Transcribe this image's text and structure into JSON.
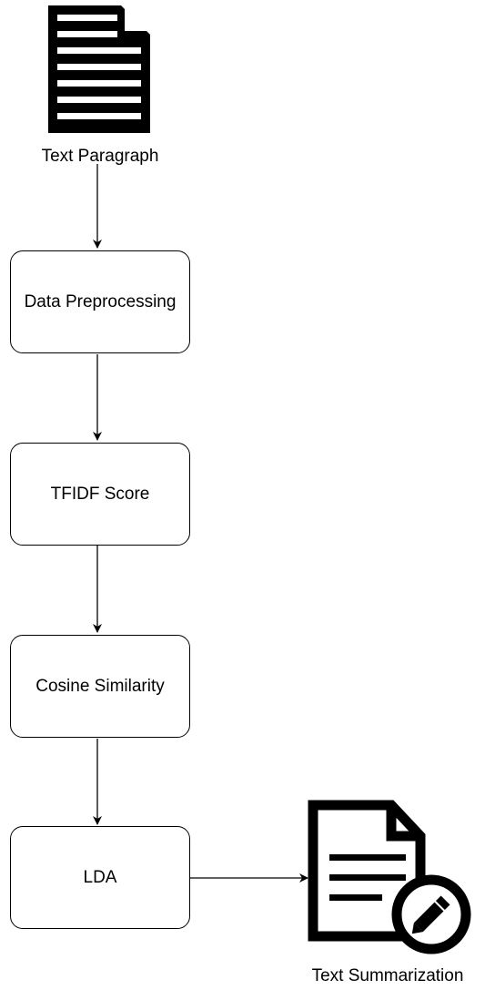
{
  "diagram": {
    "source": {
      "label": "Text Paragraph",
      "icon": "document-icon"
    },
    "steps": [
      {
        "label": "Data Preprocessing"
      },
      {
        "label": "TFIDF Score"
      },
      {
        "label": "Cosine Similarity"
      },
      {
        "label": "LDA"
      }
    ],
    "output": {
      "label": "Text Summarization",
      "icon": "document-edit-icon"
    },
    "colors": {
      "stroke": "#000000",
      "fill": "#ffffff"
    }
  }
}
